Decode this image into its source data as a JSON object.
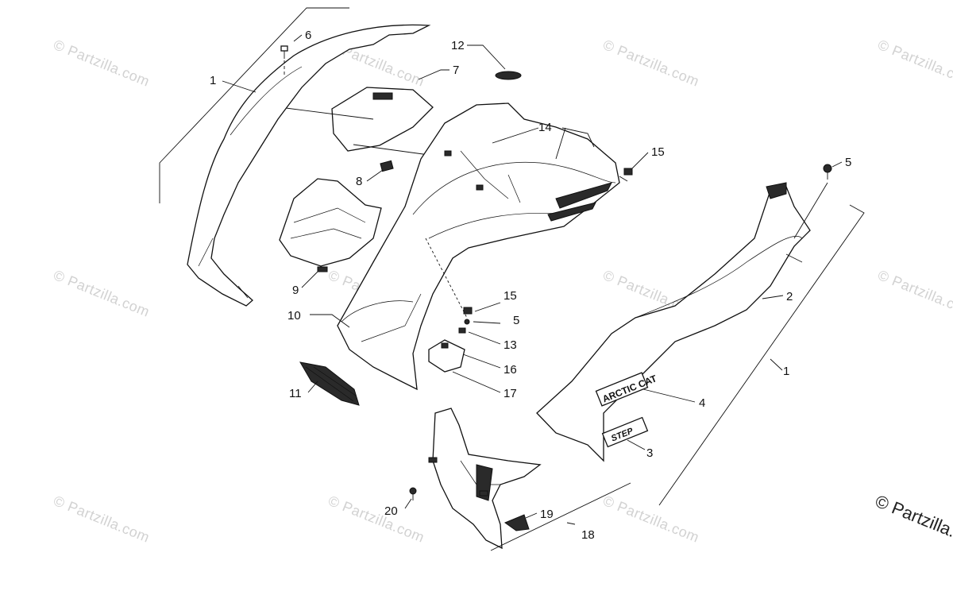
{
  "watermark": {
    "text": "© Partzilla.com"
  },
  "copyright": "© Partzilla.com",
  "decal_text": {
    "brand": "ARCTIC CAT",
    "model": "STEP"
  },
  "callouts": {
    "c1a": "1",
    "c1b": "1",
    "c2": "2",
    "c3": "3",
    "c4": "4",
    "c5a": "5",
    "c5b": "5",
    "c6": "6",
    "c7": "7",
    "c8": "8",
    "c9": "9",
    "c10": "10",
    "c11": "11",
    "c12": "12",
    "c13": "13",
    "c14": "14",
    "c15a": "15",
    "c15b": "15",
    "c16": "16",
    "c17": "17",
    "c18": "18",
    "c19": "19",
    "c20": "20"
  }
}
